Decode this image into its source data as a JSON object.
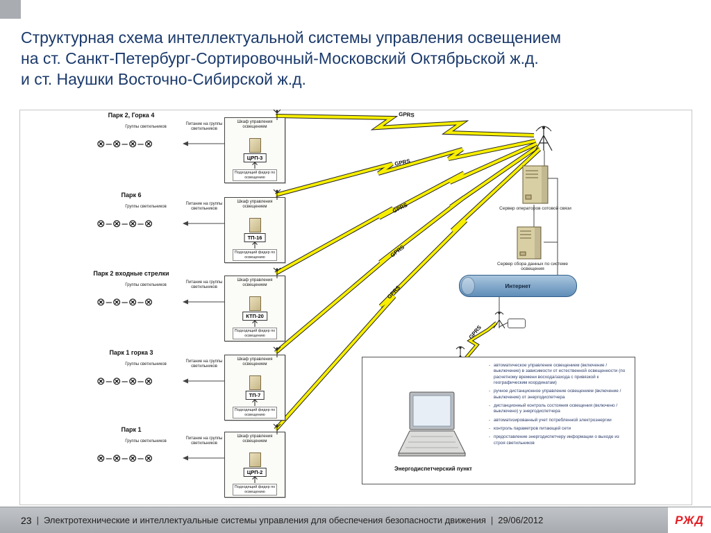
{
  "title": {
    "lines": [
      "Структурная схема интеллектуальной системы управления освещением",
      "на ст. Санкт-Петербург-Сортировочный-Московский Октябрьской ж.д.",
      "и ст. Наушки Восточно-Сибирской ж.д."
    ]
  },
  "footer": {
    "page": "23",
    "separator": "|",
    "text": "Электротехнические и интеллектуальные системы управления для обеспечения безопасности движения",
    "date": "29/06/2012",
    "logo": "РЖД"
  },
  "colors": {
    "title_blue": "#1b3a6b",
    "lightning_yellow": "#f7ee00",
    "internet_blue": "#6f9cc4",
    "logo_red": "#e31e24",
    "footer_gray": "#b4b7bb",
    "module_beige": "#d8cfa4"
  },
  "diagram": {
    "gprs_label": "GPRS",
    "lamp_row": "⊗–⊗–⊗–⊗",
    "labels": {
      "lamp_group": "Группы светильников",
      "feed": "Питание на группы светильников",
      "cabinet_title": "Шкаф управления освещением",
      "feeder": "Подходящий фидер по освещению"
    },
    "parks": [
      {
        "title": "Парк 2, Горка 4",
        "cabinet": "ЦРП-3"
      },
      {
        "title": "Парк 6",
        "cabinet": "ТП-16"
      },
      {
        "title": "Парк 2 входные стрелки",
        "cabinet": "КТП-20"
      },
      {
        "title": "Парк 1 горка 3",
        "cabinet": "ТП-7"
      },
      {
        "title": "Парк 1",
        "cabinet": "ЦРП-2"
      }
    ],
    "servers": [
      {
        "label": "Сервер операторов сотовой связи"
      },
      {
        "label": "Сервер сбора данных по системе освещения"
      }
    ],
    "internet_label": "Интернет",
    "dispatcher": {
      "title": "Энергодиспетчерский пункт",
      "bullets": [
        "автоматическое управление освещением (включение / выключение) в зависимости от естественной освещенности (по расчетному времени восхода/захода с привязкой к географическим координатам)",
        "ручное дистанционное управление освещением (включение / выключение) от энергодиспетчера",
        "дистанционный контроль состояния освещения (включено / выключено) у энергодиспетчера",
        "автоматизированный учет потребленной электроэнергии",
        "контроль параметров питающей сети",
        "предоставление энергодиспетчеру информации о выходе из строя светильников"
      ]
    }
  }
}
